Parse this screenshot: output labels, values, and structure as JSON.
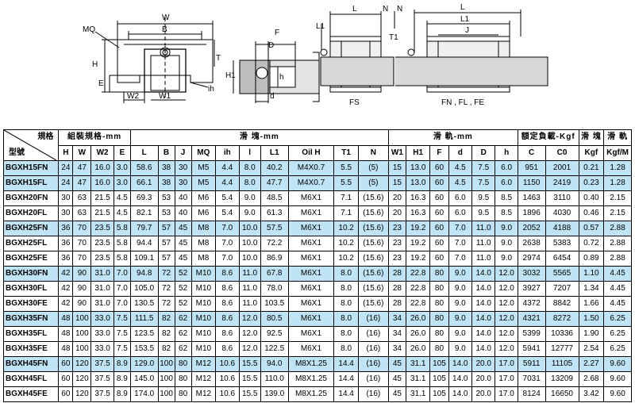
{
  "drawings": {
    "front_labels": [
      "W",
      "B",
      "MQ",
      "H",
      "E",
      "W2",
      "W1",
      "T",
      "ih"
    ],
    "side_labels": [
      "F",
      "D",
      "H1",
      "h",
      "d"
    ],
    "mid_labels": [
      "N",
      "L",
      "L1",
      "T1"
    ],
    "right_labels": [
      "N",
      "L",
      "L1",
      "J"
    ],
    "captions": [
      "FS",
      "FN , FL , FE"
    ]
  },
  "table": {
    "corner_top": "規格",
    "corner_bottom": "型號",
    "groups": [
      {
        "label": "組裝規格-mm",
        "span": 4
      },
      {
        "label": "滑 塊-mm",
        "span": 10
      },
      {
        "label": "滑 軌-mm",
        "span": 6
      },
      {
        "label": "額定負載-Kgf",
        "span": 2
      },
      {
        "label": "滑 塊",
        "span": 1
      },
      {
        "label": "滑 軌",
        "span": 1
      }
    ],
    "columns": [
      "H",
      "W",
      "W2",
      "E",
      "L",
      "B",
      "J",
      "MQ",
      "ih",
      "l",
      "L1",
      "Oil H",
      "T1",
      "N",
      "W1",
      "H1",
      "F",
      "d",
      "D",
      "h",
      "C",
      "C0",
      "Kgf",
      "Kgf/M"
    ],
    "rows": [
      {
        "hl": true,
        "cells": [
          "BGXH15FN",
          "24",
          "47",
          "16.0",
          "3.0",
          "58.6",
          "38",
          "30",
          "M5",
          "4.4",
          "8.0",
          "40.2",
          "M4X0.7",
          "5.5",
          "(5)",
          "15",
          "13.0",
          "60",
          "4.5",
          "7.5",
          "6.0",
          "951",
          "2001",
          "0.21",
          "1.28"
        ]
      },
      {
        "hl": true,
        "cells": [
          "BGXH15FL",
          "24",
          "47",
          "16.0",
          "3.0",
          "66.1",
          "38",
          "30",
          "M5",
          "4.4",
          "8.0",
          "47.7",
          "M4X0.7",
          "5.5",
          "(5)",
          "15",
          "13.0",
          "60",
          "4.5",
          "7.5",
          "6.0",
          "1150",
          "2419",
          "0.23",
          "1.28"
        ]
      },
      {
        "hl": false,
        "cells": [
          "BGXH20FN",
          "30",
          "63",
          "21.5",
          "4.5",
          "69.3",
          "53",
          "40",
          "M6",
          "5.4",
          "9.0",
          "48.5",
          "M6X1",
          "7.1",
          "(15.6)",
          "20",
          "16.3",
          "60",
          "6.0",
          "9.5",
          "8.5",
          "1463",
          "3110",
          "0.40",
          "2.15"
        ]
      },
      {
        "hl": false,
        "cells": [
          "BGXH20FL",
          "30",
          "63",
          "21.5",
          "4.5",
          "82.1",
          "53",
          "40",
          "M6",
          "5.4",
          "9.0",
          "61.3",
          "M6X1",
          "7.1",
          "(15.6)",
          "20",
          "16.3",
          "60",
          "6.0",
          "9.5",
          "8.5",
          "1896",
          "4030",
          "0.46",
          "2.15"
        ]
      },
      {
        "hl": true,
        "cells": [
          "BGXH25FN",
          "36",
          "70",
          "23.5",
          "5.8",
          "79.7",
          "57",
          "45",
          "M8",
          "7.0",
          "10.0",
          "57.5",
          "M6X1",
          "10.2",
          "(15.6)",
          "23",
          "19.2",
          "60",
          "7.0",
          "11.0",
          "9.0",
          "2052",
          "4188",
          "0.57",
          "2.88"
        ]
      },
      {
        "hl": false,
        "cells": [
          "BGXH25FL",
          "36",
          "70",
          "23.5",
          "5.8",
          "94.4",
          "57",
          "45",
          "M8",
          "7.0",
          "10.0",
          "72.2",
          "M6X1",
          "10.2",
          "(15.6)",
          "23",
          "19.2",
          "60",
          "7.0",
          "11.0",
          "9.0",
          "2638",
          "5383",
          "0.72",
          "2.88"
        ]
      },
      {
        "hl": false,
        "cells": [
          "BGXH25FE",
          "36",
          "70",
          "23.5",
          "5.8",
          "109.1",
          "57",
          "45",
          "M8",
          "7.0",
          "10.0",
          "86.9",
          "M6X1",
          "10.2",
          "(15.6)",
          "23",
          "19.2",
          "60",
          "7.0",
          "11.0",
          "9.0",
          "2974",
          "6454",
          "0.89",
          "2.88"
        ]
      },
      {
        "hl": true,
        "cells": [
          "BGXH30FN",
          "42",
          "90",
          "31.0",
          "7.0",
          "94.8",
          "72",
          "52",
          "M10",
          "8.6",
          "11.0",
          "67.8",
          "M6X1",
          "8.0",
          "(15.6)",
          "28",
          "22.8",
          "80",
          "9.0",
          "14.0",
          "12.0",
          "3032",
          "5565",
          "1.10",
          "4.45"
        ]
      },
      {
        "hl": false,
        "cells": [
          "BGXH30FL",
          "42",
          "90",
          "31.0",
          "7.0",
          "105.0",
          "72",
          "52",
          "M10",
          "8.6",
          "11.0",
          "78.0",
          "M6X1",
          "8.0",
          "(15.6)",
          "28",
          "22.8",
          "80",
          "9.0",
          "14.0",
          "12.0",
          "3927",
          "7207",
          "1.34",
          "4.45"
        ]
      },
      {
        "hl": false,
        "cells": [
          "BGXH30FE",
          "42",
          "90",
          "31.0",
          "7.0",
          "130.5",
          "72",
          "52",
          "M10",
          "8.6",
          "11.0",
          "103.5",
          "M6X1",
          "8.0",
          "(15.6)",
          "28",
          "22.8",
          "80",
          "9.0",
          "14.0",
          "12.0",
          "4372",
          "8842",
          "1.66",
          "4.45"
        ]
      },
      {
        "hl": true,
        "cells": [
          "BGXH35FN",
          "48",
          "100",
          "33.0",
          "7.5",
          "111.5",
          "82",
          "62",
          "M10",
          "8.6",
          "12.0",
          "80.5",
          "M6X1",
          "8.0",
          "(16)",
          "34",
          "26.0",
          "80",
          "9.0",
          "14.0",
          "12.0",
          "4321",
          "8272",
          "1.50",
          "6.25"
        ]
      },
      {
        "hl": false,
        "cells": [
          "BGXH35FL",
          "48",
          "100",
          "33.0",
          "7.5",
          "123.5",
          "82",
          "62",
          "M10",
          "8.6",
          "12.0",
          "92.5",
          "M6X1",
          "8.0",
          "(16)",
          "34",
          "26.0",
          "80",
          "9.0",
          "14.0",
          "12.0",
          "5399",
          "10336",
          "1.90",
          "6.25"
        ]
      },
      {
        "hl": false,
        "cells": [
          "BGXH35FE",
          "48",
          "100",
          "33.0",
          "7.5",
          "153.5",
          "82",
          "62",
          "M10",
          "8.6",
          "12.0",
          "122.5",
          "M6X1",
          "8.0",
          "(16)",
          "34",
          "26.0",
          "80",
          "9.0",
          "14.0",
          "12.0",
          "5941",
          "12777",
          "2.54",
          "6.25"
        ]
      },
      {
        "hl": true,
        "cells": [
          "BGXH45FN",
          "60",
          "120",
          "37.5",
          "8.9",
          "129.0",
          "100",
          "80",
          "M12",
          "10.6",
          "15.5",
          "94.0",
          "M8X1.25",
          "14.4",
          "(16)",
          "45",
          "31.1",
          "105",
          "14.0",
          "20.0",
          "17.0",
          "5911",
          "11105",
          "2.27",
          "9.60"
        ]
      },
      {
        "hl": false,
        "cells": [
          "BGXH45FL",
          "60",
          "120",
          "37.5",
          "8.9",
          "145.0",
          "100",
          "80",
          "M12",
          "10.6",
          "15.5",
          "110.0",
          "M8X1.25",
          "14.4",
          "(16)",
          "45",
          "31.1",
          "105",
          "14.0",
          "20.0",
          "17.0",
          "7031",
          "13209",
          "2.68",
          "9.60"
        ]
      },
      {
        "hl": false,
        "cells": [
          "BGXH45FE",
          "60",
          "120",
          "37.5",
          "8.9",
          "174.0",
          "100",
          "80",
          "M12",
          "10.6",
          "15.5",
          "139.0",
          "M8X1.25",
          "14.4",
          "(16)",
          "45",
          "31.1",
          "105",
          "14.0",
          "20.0",
          "17.0",
          "8124",
          "16650",
          "3.42",
          "9.60"
        ]
      }
    ]
  }
}
